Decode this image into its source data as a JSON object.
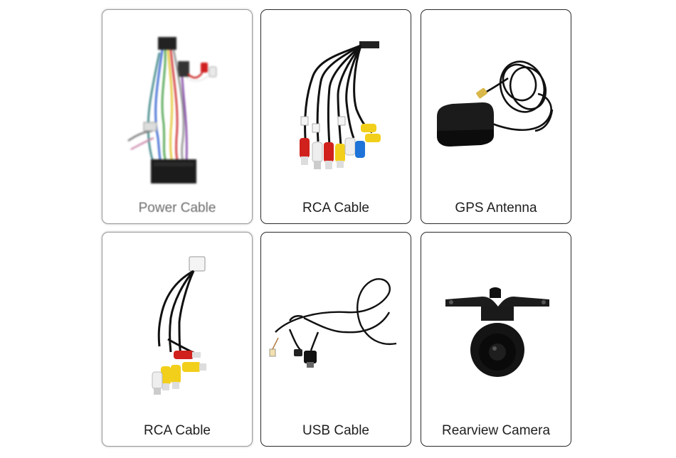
{
  "products": [
    {
      "label": "Power Cable",
      "icon": "power-cable-harness-icon"
    },
    {
      "label": "RCA Cable",
      "icon": "rca-cable-icon"
    },
    {
      "label": "GPS Antenna",
      "icon": "gps-antenna-icon"
    },
    {
      "label": "RCA Cable",
      "icon": "rca-cable-icon"
    },
    {
      "label": "USB Cable",
      "icon": "usb-cable-icon"
    },
    {
      "label": "Rearview Camera",
      "icon": "rearview-camera-icon"
    }
  ],
  "colors": {
    "border": "#2a2a2a",
    "rca_red": "#d0211d",
    "rca_yellow": "#f2cf1a",
    "rca_white": "#f2f2f2",
    "rca_blue": "#1e73d8",
    "cable_black": "#111111"
  }
}
